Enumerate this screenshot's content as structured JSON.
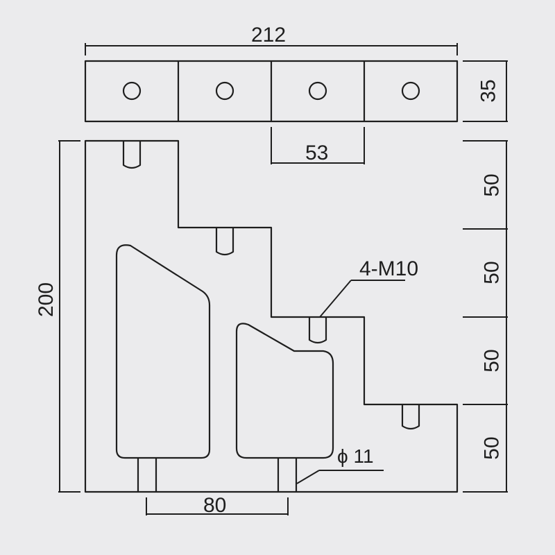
{
  "drawing": {
    "colors": {
      "background": "#ebebed",
      "line": "#1e1e1e"
    },
    "top_view": {
      "segments": 4,
      "holes_per_segment": 1
    },
    "dimensions": {
      "overall_width": "212",
      "top_height": "35",
      "segment_pitch": "53",
      "total_height": "200",
      "step_1": "50",
      "step_2": "50",
      "step_3": "50",
      "step_4": "50",
      "pin_spacing": "80"
    },
    "callouts": {
      "thread": "4-M10",
      "pin_diameter": "ϕ 11"
    }
  }
}
